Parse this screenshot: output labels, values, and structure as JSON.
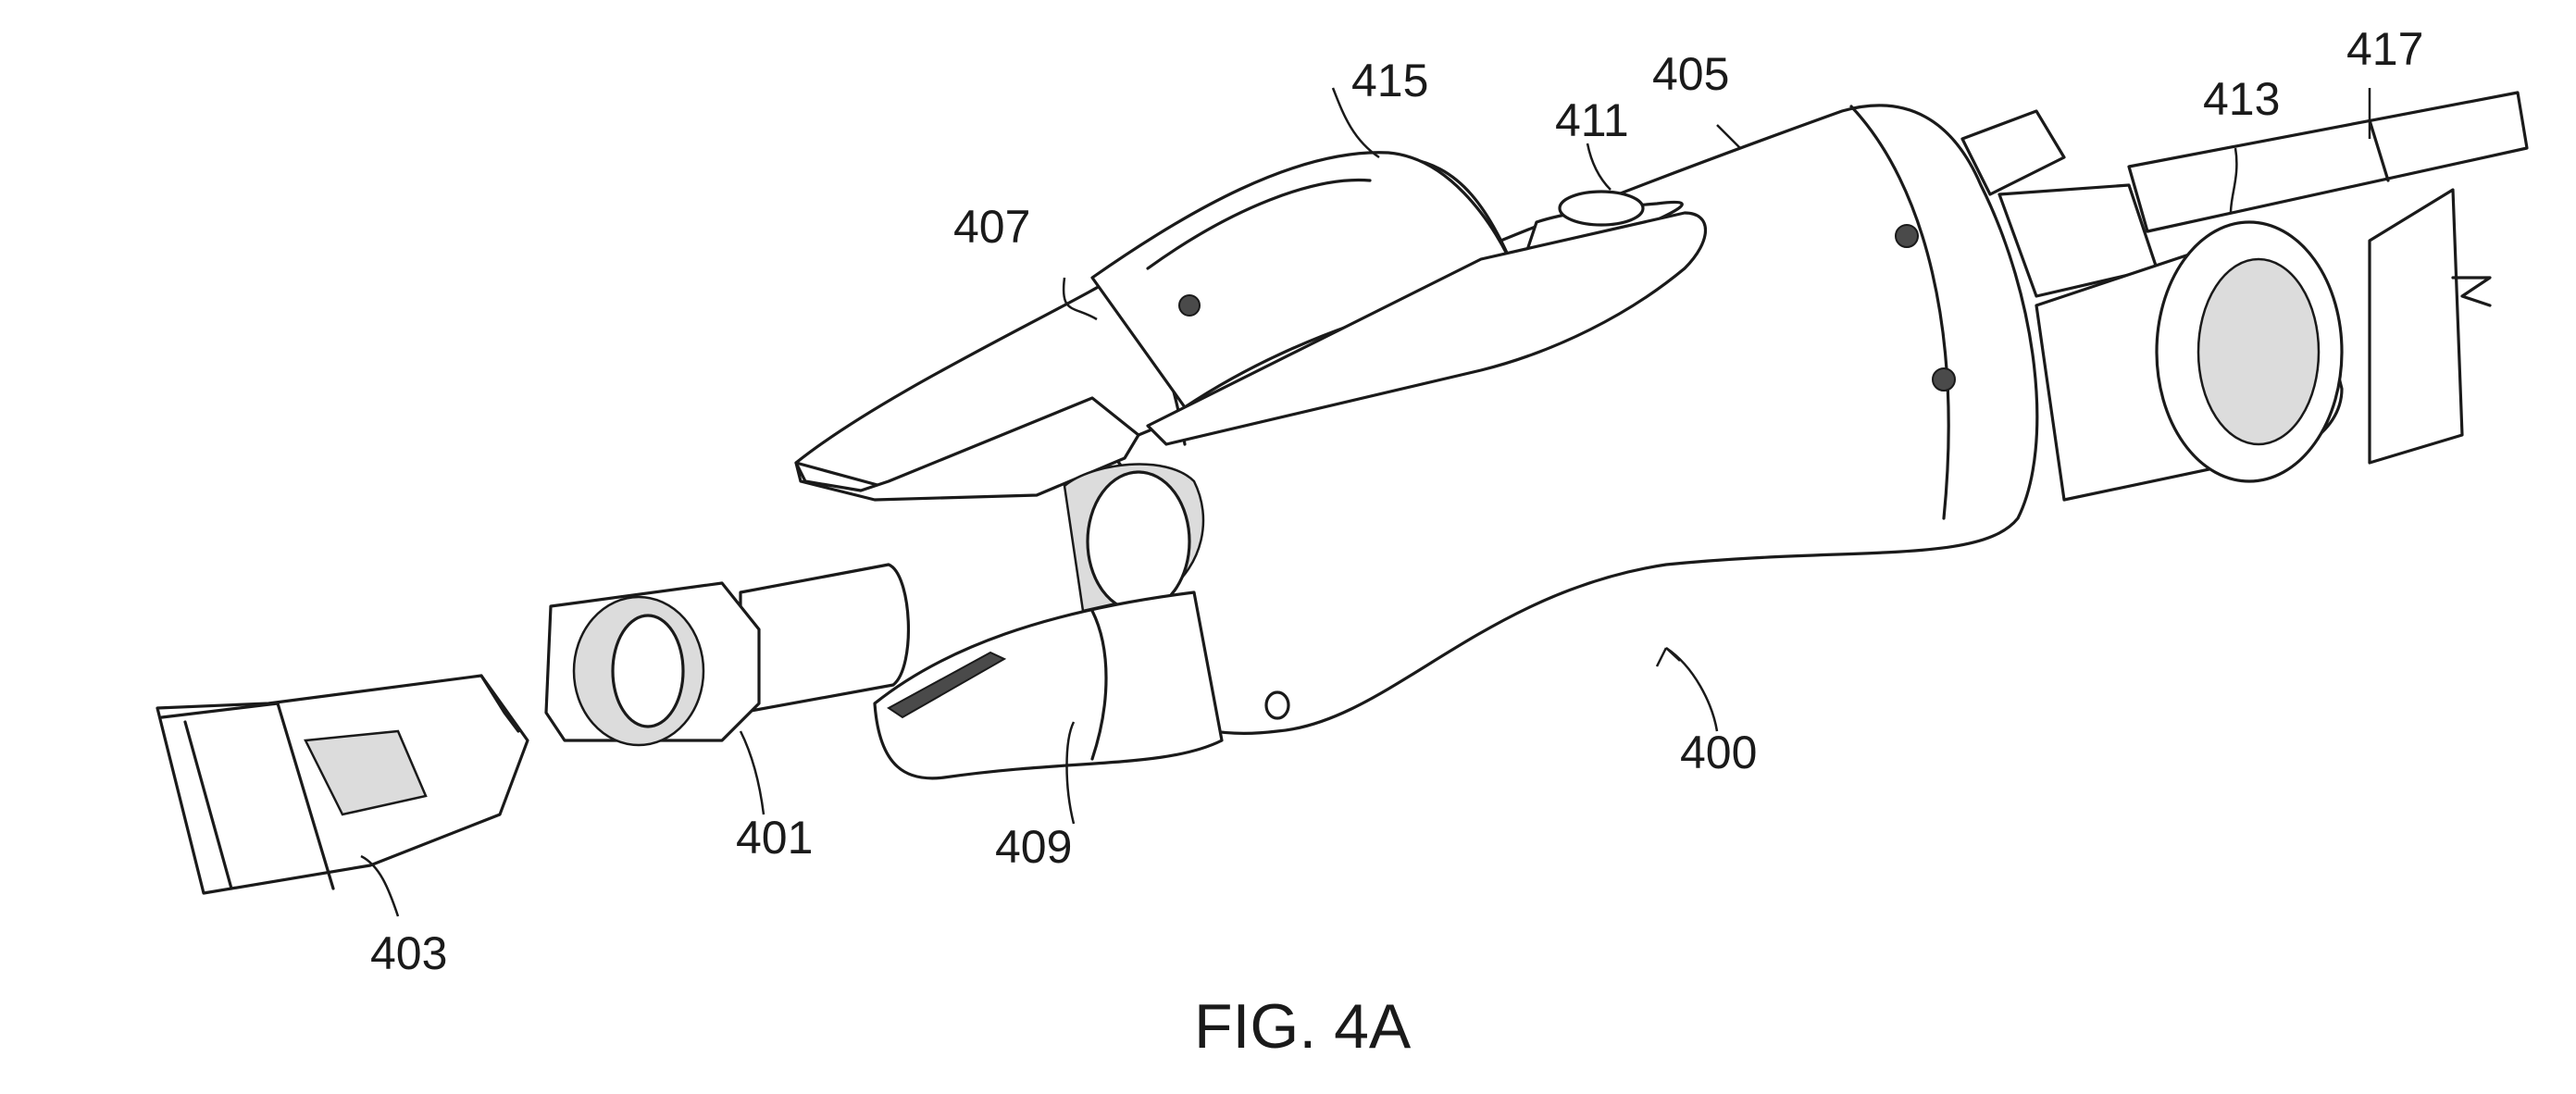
{
  "figure": {
    "caption": "FIG. 4A",
    "labels": {
      "l400": "400",
      "l401": "401",
      "l403": "403",
      "l405": "405",
      "l407": "407",
      "l409": "409",
      "l411": "411",
      "l413": "413",
      "l415": "415",
      "l417": "417"
    }
  }
}
